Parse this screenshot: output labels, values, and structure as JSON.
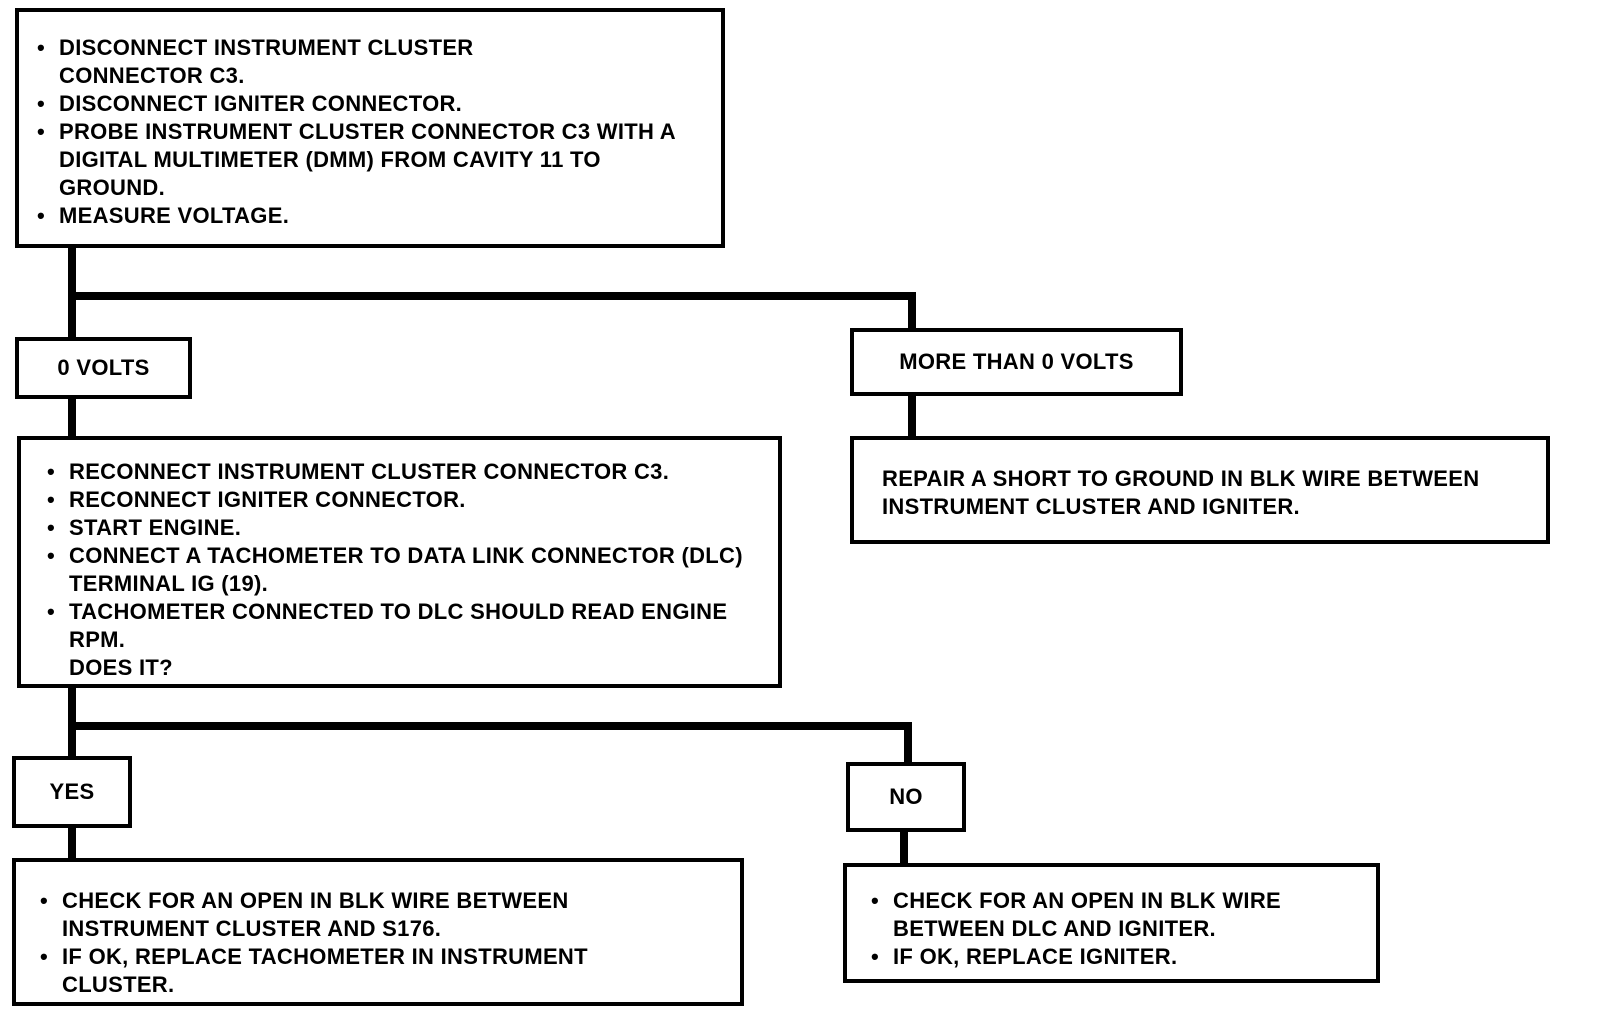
{
  "step1": {
    "items": [
      "DISCONNECT INSTRUMENT CLUSTER CONNECTOR C3.",
      "DISCONNECT IGNITER CONNECTOR.",
      "PROBE INSTRUMENT CLUSTER CONNECTOR C3 WITH A DIGITAL MULTIMETER (DMM) FROM CAVITY 11 TO GROUND.",
      "MEASURE VOLTAGE."
    ]
  },
  "branch_zero_volts": {
    "label": "0 VOLTS"
  },
  "branch_more_volts": {
    "label": "MORE THAN 0 VOLTS"
  },
  "repair_short": {
    "text": "REPAIR A SHORT TO GROUND IN BLK WIRE BETWEEN INSTRUMENT CLUSTER AND IGNITER."
  },
  "step2": {
    "items": [
      "RECONNECT INSTRUMENT CLUSTER CONNECTOR C3.",
      "RECONNECT IGNITER CONNECTOR.",
      "START ENGINE.",
      "CONNECT A TACHOMETER TO DATA LINK CONNECTOR (DLC) TERMINAL IG (19).",
      "TACHOMETER CONNECTED TO DLC SHOULD READ ENGINE RPM."
    ],
    "question": "DOES IT?"
  },
  "branch_yes": {
    "label": "YES"
  },
  "branch_no": {
    "label": "NO"
  },
  "result_yes": {
    "items": [
      "CHECK FOR AN OPEN IN BLK WIRE BETWEEN INSTRUMENT CLUSTER AND S176.",
      "IF OK, REPLACE TACHOMETER IN INSTRUMENT CLUSTER."
    ]
  },
  "result_no": {
    "items": [
      "CHECK FOR AN OPEN IN BLK WIRE BETWEEN DLC AND IGNITER.",
      "IF OK, REPLACE IGNITER."
    ]
  }
}
